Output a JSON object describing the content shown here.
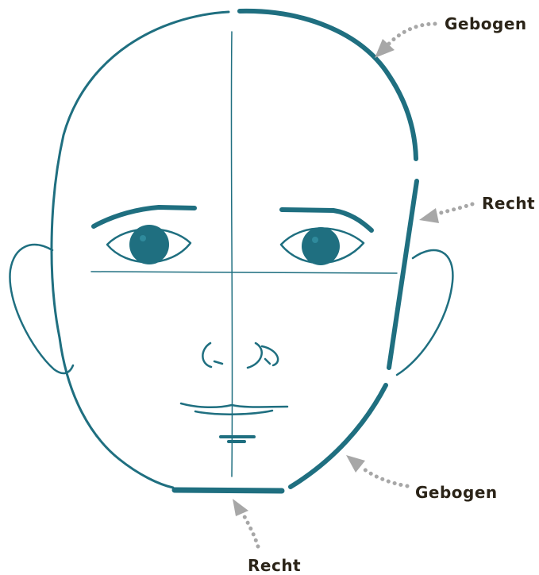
{
  "colors": {
    "line": "#1f6f80",
    "arrow": "#a7a7a7",
    "text": "#2b2418",
    "background": "#ffffff"
  },
  "labels": {
    "top_right": "Gebogen",
    "mid_right": "Recht",
    "bottom_right": "Gebogen",
    "bottom": "Recht"
  }
}
